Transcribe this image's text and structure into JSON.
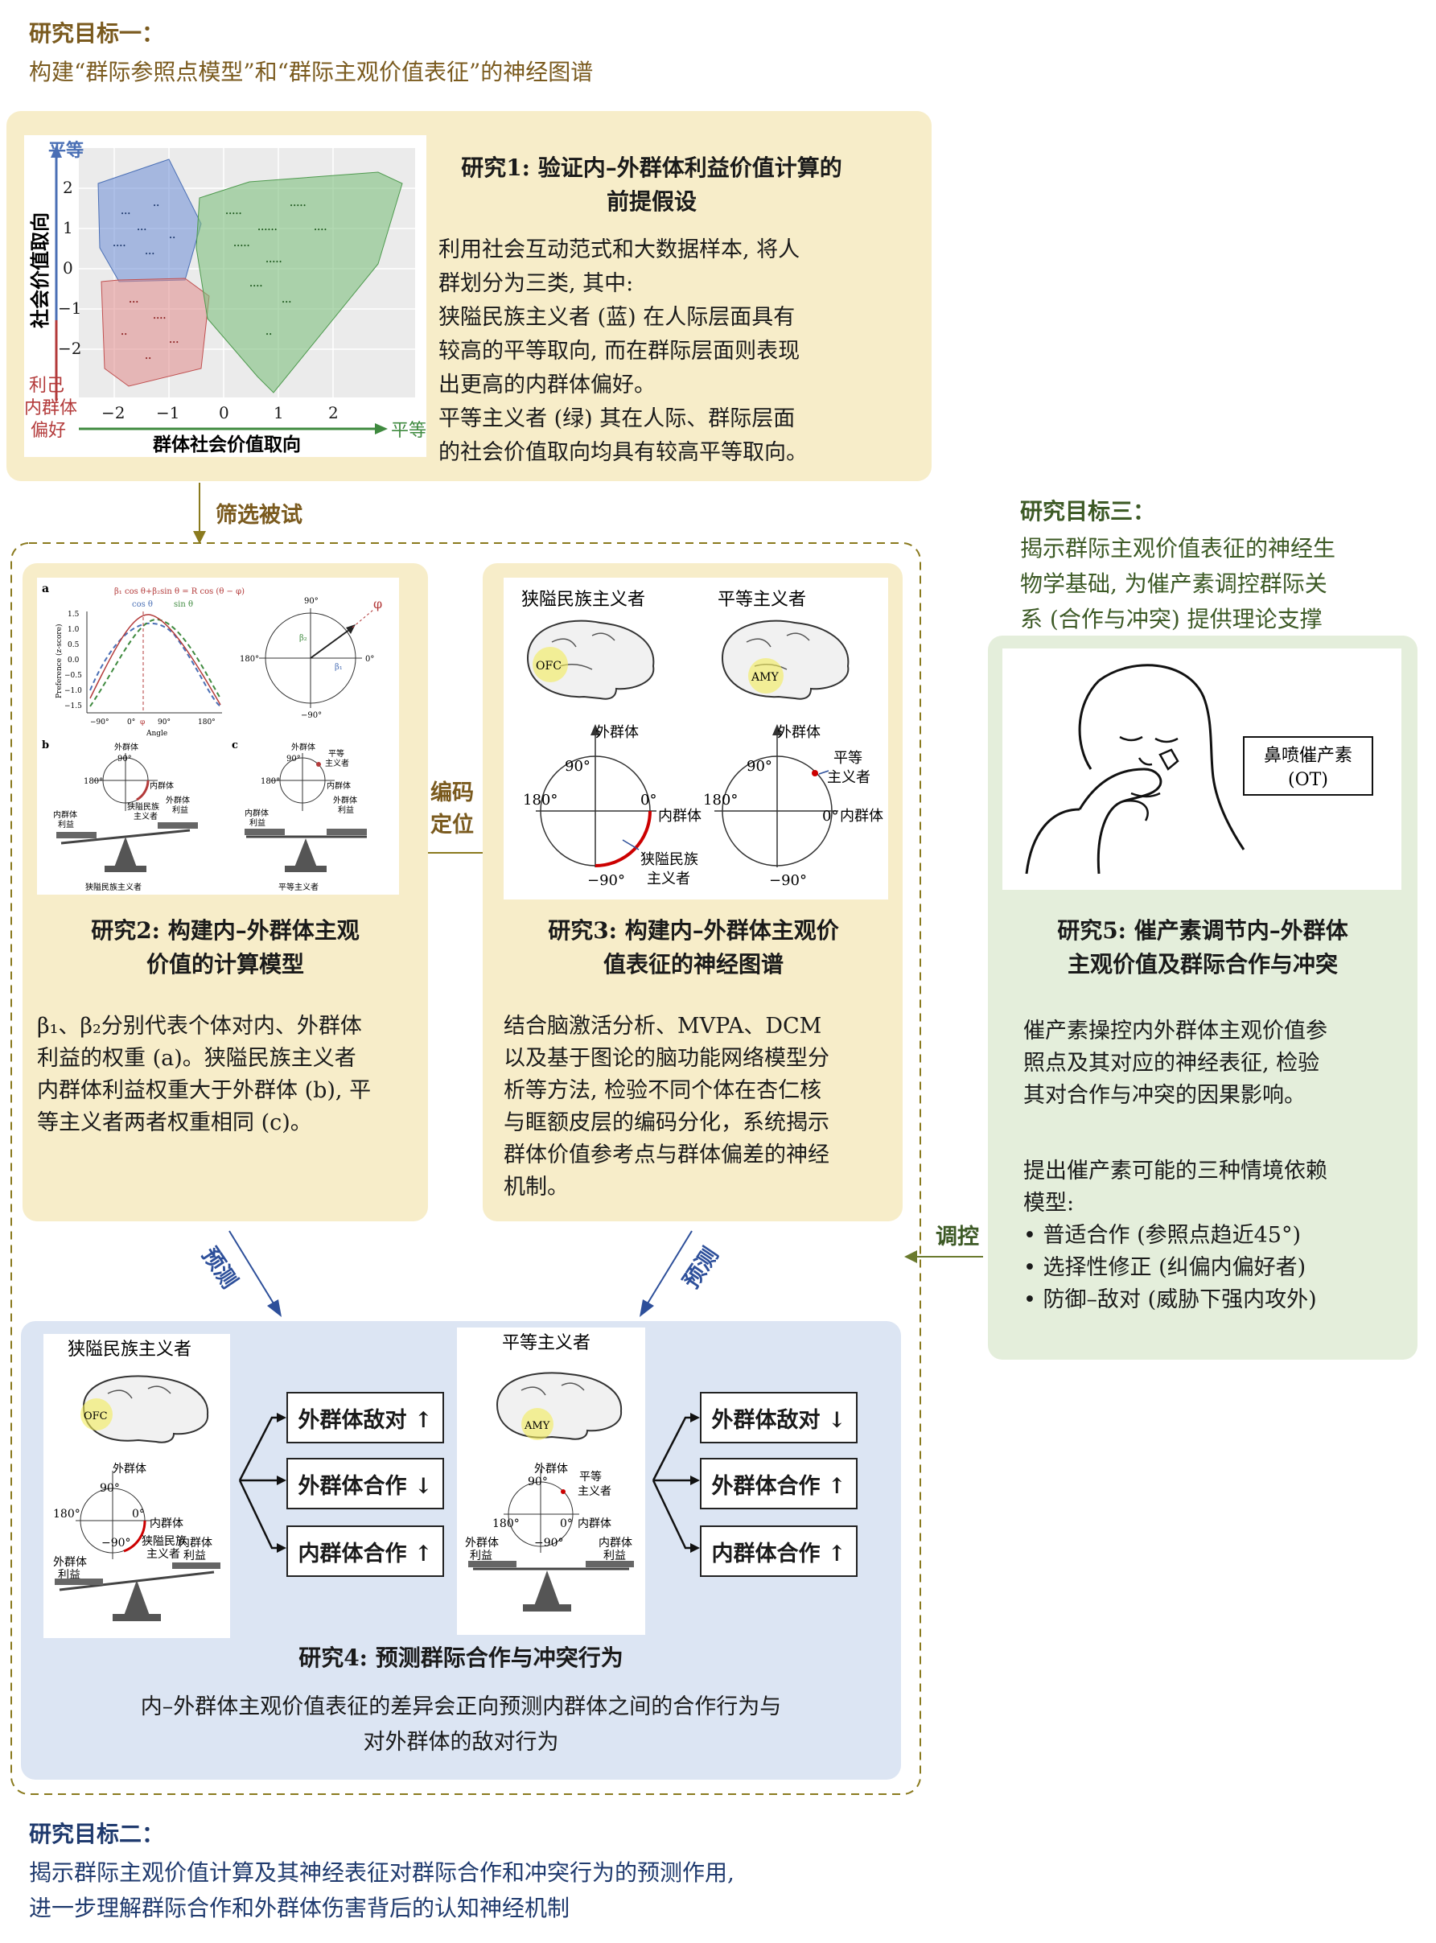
{
  "goal1": {
    "title": "研究目标一：",
    "text": "构建“群际参照点模型”和“群际主观价值表征”的神经图谱"
  },
  "study1": {
    "title_line1": "研究1: 验证内–外群体利益价值计算的",
    "title_line2": "前提假设",
    "body": [
      "利用社会互动范式和大数据样本, 将人",
      "群划分为三类, 其中:",
      "狭隘民族主义者 (蓝) 在人际层面具有",
      "较高的平等取向, 而在群际层面则表现",
      "出更高的内群体偏好。",
      "平等主义者 (绿) 其在人际、群际层面",
      "的社会价值取向均具有较高平等取向。"
    ],
    "chart": {
      "y_top_label": "平等",
      "y_axis_label": "社会价值取向",
      "y_bottom_label_1": "利己",
      "y_bottom_label_2": "内群体",
      "y_bottom_label_3": "偏好",
      "x_axis_label": "群体社会价值取向",
      "x_right_label": "平等",
      "x_ticks": [
        "−2",
        "−1",
        "0",
        "1",
        "2"
      ],
      "y_ticks": [
        "2",
        "1",
        "0",
        "−1",
        "−2"
      ]
    }
  },
  "arrows": {
    "screen": "筛选被试",
    "encode_1": "编码",
    "encode_2": "定位",
    "predict": "预测",
    "regulate": "调控"
  },
  "goal3": {
    "title": "研究目标三：",
    "lines": [
      "揭示群际主观价值表征的神经生",
      "物学基础, 为催产素调控群际关",
      "系 (合作与冲突) 提供理论支撑"
    ]
  },
  "study2": {
    "title_line1": "研究2: 构建内–外群体主观",
    "title_line2": "价值的计算模型",
    "body": [
      "β₁、β₂分别代表个体对内、外群体",
      "利益的权重 (a)。狭隘民族主义者",
      "内群体利益权重大于外群体 (b), 平",
      "等主义者两者权重相同 (c)。"
    ],
    "fig": {
      "a": "a",
      "b": "b",
      "c": "c",
      "formula": "β₁ cos θ+β₂sin θ = R cos (θ − φ)",
      "cos": "cos θ",
      "sin": "sin θ",
      "ylabel": "Preference (z-score)",
      "xlabel": "Angle",
      "x_ticks": [
        "−90°",
        "0°",
        "φ",
        "90°",
        "180°"
      ],
      "y_ticks": [
        "1.5",
        "1.0",
        "0.5",
        "0.0",
        "−0.5",
        "−1.0",
        "−1.5"
      ],
      "circle_90": "90°",
      "circle_0": "0°",
      "circle_180": "180°",
      "circle_m90": "−90°",
      "phi": "φ",
      "b1": "β₁",
      "b2": "β₂",
      "outgroup": "外群体",
      "ingroup": "内群体",
      "outgroup_benefit_1": "外群体",
      "outgroup_benefit_2": "利益",
      "ingroup_benefit_1": "内群体",
      "ingroup_benefit_2": "利益",
      "parochial": "狭隘民族",
      "parochial_2": "主义者",
      "egal": "平等",
      "egal_2": "主义者",
      "caption_b": "狭隘民族主义者",
      "caption_c": "平等主义者"
    }
  },
  "study3": {
    "title_line1": "研究3: 构建内–外群体主观价",
    "title_line2": "值表征的神经图谱",
    "body": [
      "结合脑激活分析、MVPA、DCM",
      "以及基于图论的脑功能网络模型分",
      "析等方法,  检验不同个体在杏仁核",
      "与眶额皮层的编码分化，系统揭示",
      "群体价值参考点与群体偏差的神经",
      "机制。"
    ],
    "fig": {
      "left_title": "狭隘民族主义者",
      "right_title": "平等主义者",
      "ofc": "OFC",
      "amy": "AMY",
      "outgroup": "外群体",
      "ingroup": "内群体",
      "d90": "90°",
      "d180": "180°",
      "d0": "0°",
      "dm90": "−90°",
      "parochial_1": "狭隘民族",
      "parochial_2": "主义者",
      "egal_1": "平等",
      "egal_2": "主义者"
    }
  },
  "study5": {
    "label_1": "鼻喷催产素",
    "label_2": "(OT)",
    "title_line1": "研究5: 催产素调节内–外群体",
    "title_line2": "主观价值及群际合作与冲突",
    "body1": [
      "催产素操控内外群体主观价值参",
      "照点及其对应的神经表征, 检验",
      "其对合作与冲突的因果影响。"
    ],
    "body2": [
      "提出催产素可能的三种情境依赖",
      "模型:"
    ],
    "bullets": [
      "普适合作 (参照点趋近45°)",
      "选择性修正 (纠偏内偏好者)",
      "防御–敌对 (威胁下强内攻外)"
    ]
  },
  "study4": {
    "left_title": "狭隘民族主义者",
    "right_title": "平等主义者",
    "left_outcomes": [
      "外群体敌对 ↑",
      "外群体合作 ↓",
      "内群体合作 ↑"
    ],
    "right_outcomes": [
      "外群体敌对 ↓",
      "外群体合作 ↑",
      "内群体合作 ↑"
    ],
    "title": "研究4: 预测群际合作与冲突行为",
    "body_1": "内–外群体主观价值表征的差异会正向预测内群体之间的合作行为与",
    "body_2": "对外群体的敌对行为",
    "fig": {
      "ofc": "OFC",
      "amy": "AMY",
      "outgroup": "外群体",
      "ingroup": "内群体",
      "d90": "90°",
      "d180": "180°",
      "d0": "0°",
      "dm90": "−90°",
      "parochial_1": "狭隘民族",
      "parochial_2": "主义者",
      "egal_1": "平等",
      "egal_2": "主义者",
      "out_benefit_1": "外群体",
      "out_benefit_2": "利益",
      "in_benefit_1": "内群体",
      "in_benefit_2": "利益"
    }
  },
  "goal2": {
    "title": "研究目标二：",
    "line1": "揭示群际主观价值计算及其神经表征对群际合作和冲突行为的预测作用,",
    "line2": "进一步理解群际合作和外群体伤害背后的认知神经机制"
  },
  "colors": {
    "goal1": "#7a5a1e",
    "goal3": "#3d5a26",
    "goal2": "#1f3a6e",
    "arrow_olive": "#8a7a1e",
    "arrow_blue": "#2d4f9a",
    "blue_title": "#4a6fb5",
    "red_title": "#b33a3a",
    "green_title": "#3f8a3f"
  }
}
